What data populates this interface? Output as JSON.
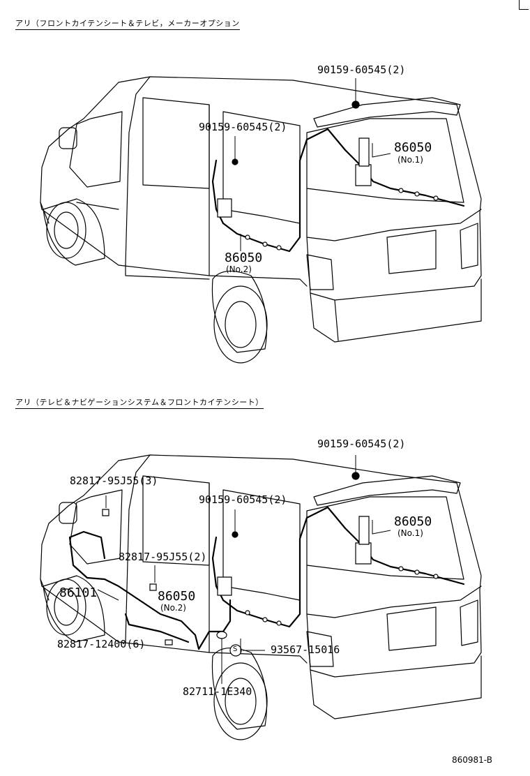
{
  "top": {
    "heading": "アリ（フロントカイテンシート＆テレビ，メーカーオプション",
    "labels": {
      "bolt_roof": "90159-60545(2)",
      "bolt_pillar": "90159-60545(2)",
      "antenna_rear": "86050",
      "antenna_rear_no": "(No.1)",
      "antenna_side": "86050",
      "antenna_side_no": "(No.2)"
    }
  },
  "bottom": {
    "heading": "アリ（テレビ＆ナビゲーションシステム＆フロントカイテンシート）",
    "labels": {
      "bolt_roof": "90159-60545(2)",
      "bolt_pillar": "90159-60545(2)",
      "clamp_upper": "82817-95J55(3)",
      "clamp_mid": "82817-95J55(2)",
      "antenna_rear": "86050",
      "antenna_rear_no": "(No.1)",
      "antenna_side": "86050",
      "antenna_side_no": "(No.2)",
      "cord": "86101",
      "clamp_lower": "82817-12400(6)",
      "grommet": "93567-15016",
      "grommet_mark": "S",
      "wire_sub": "82711-1E340"
    }
  },
  "figure_id": "860981-B"
}
